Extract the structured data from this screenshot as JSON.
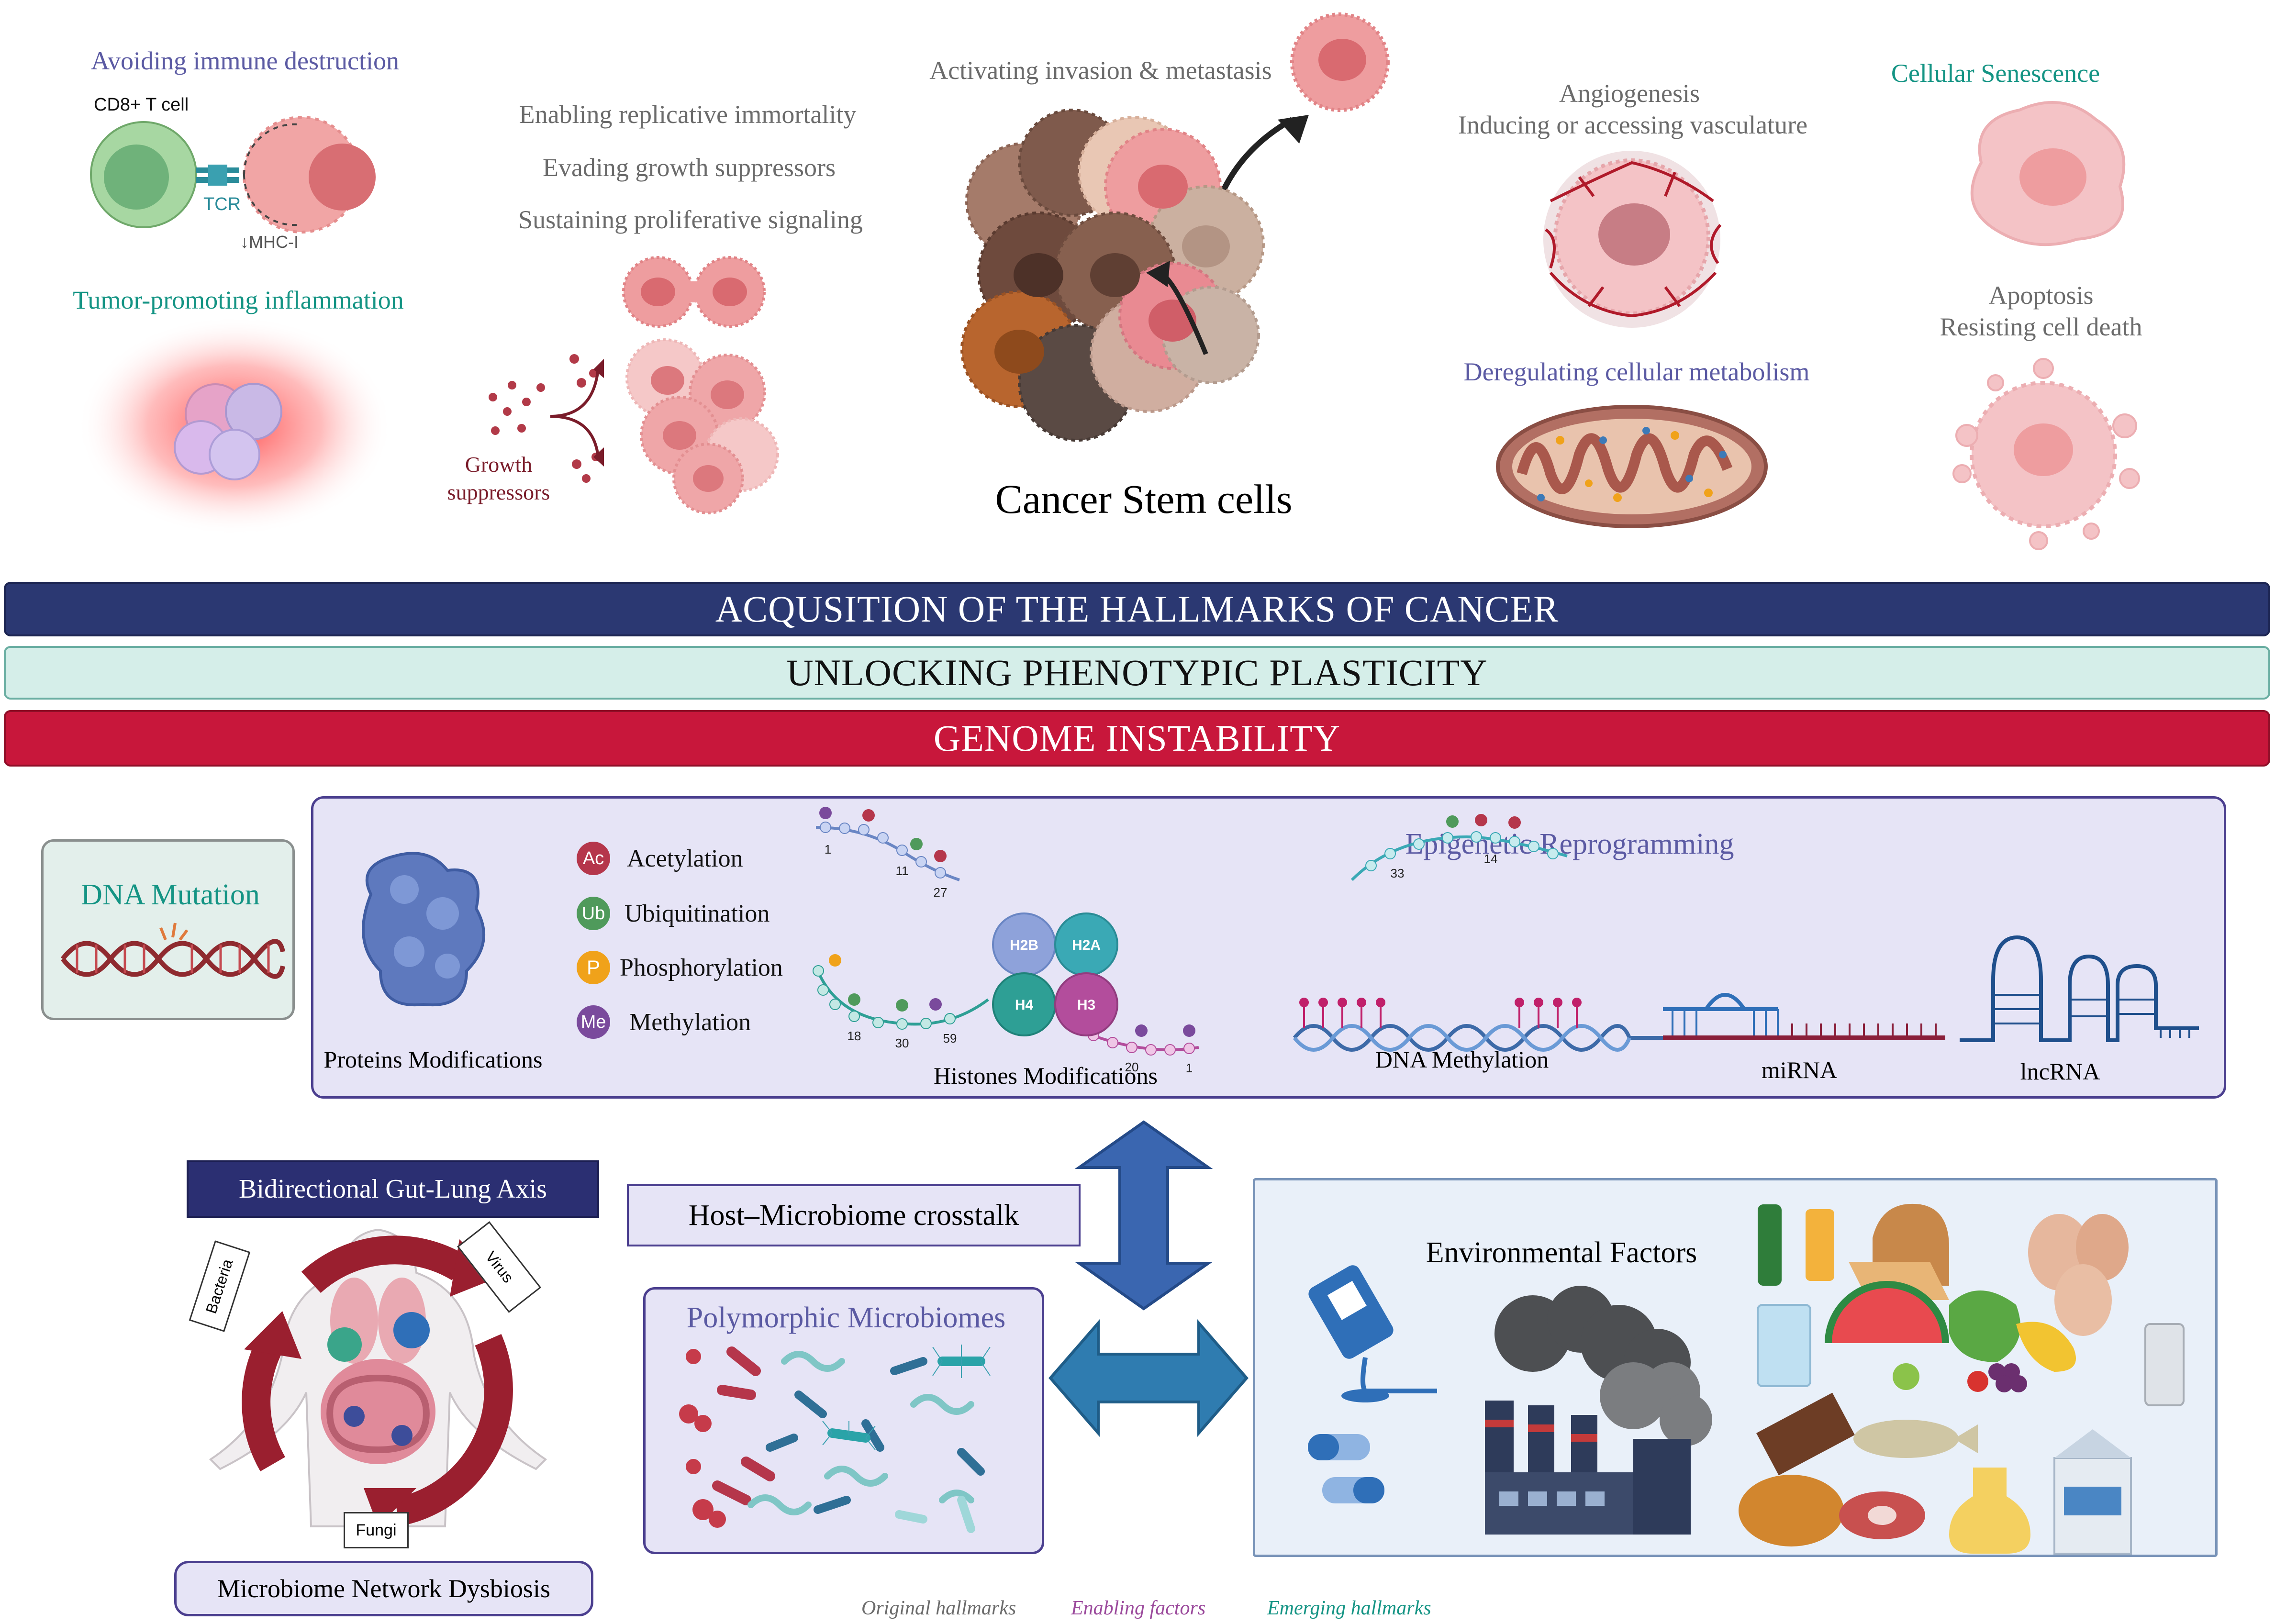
{
  "hallmarks": {
    "avoiding_immune": "Avoiding immune destruction",
    "cd8_label": "CD8+ T cell",
    "tcr_label": "TCR",
    "mhc_label": "↓MHC-I",
    "tumor_inflammation": "Tumor-promoting inflammation",
    "replicative": "Enabling replicative immortality",
    "evading": "Evading growth suppressors",
    "sustaining": "Sustaining proliferative signaling",
    "growth_suppressors": "Growth\nsuppressors",
    "invasion": "Activating invasion & metastasis",
    "cancer_stem": "Cancer Stem cells",
    "angiogenesis": "Angiogenesis",
    "angiogenesis_sub": "Inducing or accessing vasculature",
    "metabolism": "Deregulating cellular metabolism",
    "senescence": "Cellular Senescence",
    "apoptosis": "Apoptosis",
    "apoptosis_sub": "Resisting cell death"
  },
  "bands": {
    "hallmarks": "ACQUSITION OF THE HALLMARKS OF CANCER",
    "plasticity": "UNLOCKING PHENOTYPIC PLASTICITY",
    "genome": "GENOME INSTABILITY"
  },
  "epigenetic": {
    "dna_mutation": "DNA Mutation",
    "title": "Epigenetic Reprogramming",
    "mods": [
      {
        "abbr": "Ac",
        "label": "Acetylation",
        "color": "#b5364b"
      },
      {
        "abbr": "Ub",
        "label": "Ubiquitination",
        "color": "#4f9a5b"
      },
      {
        "abbr": "P",
        "label": "Phosphorylation",
        "color": "#f0a21a"
      },
      {
        "abbr": "Me",
        "label": "Methylation",
        "color": "#7a4a9c"
      }
    ],
    "proteins": "Proteins Modifications",
    "histones": "Histones Modifications",
    "histone_names": [
      "H2B",
      "H2A",
      "H4",
      "H3"
    ],
    "residue_numbers": [
      "1",
      "11",
      "27",
      "33",
      "14",
      "18",
      "30",
      "59",
      "20",
      "1"
    ],
    "dna_methylation": "DNA Methylation",
    "mirna": "miRNA",
    "lncrna": "lncRNA"
  },
  "microbiome": {
    "gut_lung": "Bidirectional Gut-Lung Axis",
    "bacteria": "Bacteria",
    "virus": "Virus",
    "fungi": "Fungi",
    "dysbiosis": "Microbiome Network Dysbiosis",
    "crosstalk": "Host–Microbiome crosstalk",
    "polymorphic": "Polymorphic Microbiomes",
    "environmental": "Environmental Factors"
  },
  "legend": {
    "original": "Original hallmarks",
    "enabling": "Enabling factors",
    "emerging": "Emerging hallmarks"
  },
  "colors": {
    "navy": "#2b3872",
    "mint": "#d5eee9",
    "crimson": "#c8173b",
    "purple_text": "#5b5aa3",
    "teal_text": "#149484",
    "box_purple": "#e6e4f6"
  }
}
